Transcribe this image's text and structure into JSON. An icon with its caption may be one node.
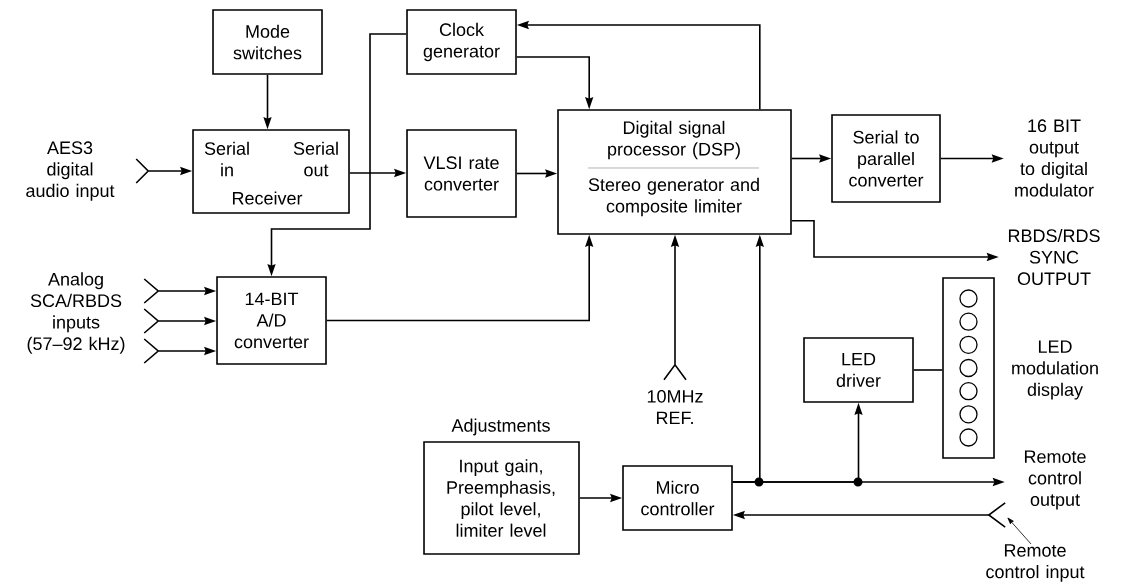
{
  "diagram": {
    "nodes": [
      {
        "text": [
          "Mode switches"
        ]
      },
      {
        "text": [
          "Serial in",
          "Serial out",
          "Receiver"
        ]
      },
      {
        "text": [
          "Clock generator"
        ]
      },
      {
        "text": [
          "VLSI rate converter"
        ]
      },
      {
        "text": [
          "Digital signal processor (DSP)",
          "Stereo generator and composite limiter"
        ]
      },
      {
        "text": [
          "Serial to parallel converter"
        ]
      },
      {
        "text": [
          "16 BIT output to digital modulator"
        ]
      },
      {
        "text": [
          "RBDS/RDS SYNC OUTPUT"
        ]
      },
      {
        "text": [
          "AES3 digital audio input"
        ]
      },
      {
        "text": [
          "Analog SCA/RBDS inputs (57–92 kHz)"
        ]
      },
      {
        "text": [
          "14-BIT A/D converter"
        ]
      },
      {
        "text": [
          "10MHz REF."
        ]
      },
      {
        "text": [
          "LED driver"
        ]
      },
      {
        "text": [],
        "shape": "box",
        "beside": [
          "LED modulation display"
        ]
      },
      {
        "text": [
          "Adjustments",
          "Input gain, Preemphasis, pilot level, limiter level"
        ]
      },
      {
        "text": [
          "Micro controller"
        ]
      },
      {
        "text": [
          "Remote control output"
        ]
      },
      {
        "text": [
          "Remote control input"
        ]
      },
      {
        "text": [],
        "shape": "chevron"
      }
    ],
    "edges": [
      {
        "from": 0,
        "to": 1,
        "arrow": "to"
      },
      {
        "from": 8,
        "to": 1,
        "arrow": "to"
      },
      {
        "from": 1,
        "to": 3,
        "arrow": "to"
      },
      {
        "from": 2,
        "to": 10,
        "arrow": "to"
      },
      {
        "from": 2,
        "to": 4,
        "arrow": "to"
      },
      {
        "from": 4,
        "to": 2,
        "arrow": "to"
      },
      {
        "from": 3,
        "to": 4,
        "arrow": "to"
      },
      {
        "from": 4,
        "to": 5,
        "arrow": "to"
      },
      {
        "from": 5,
        "to": 6,
        "arrow": "to"
      },
      {
        "from": 4,
        "to": 7,
        "arrow": "to"
      },
      {
        "from": 9,
        "to": 10,
        "arrow": "to"
      },
      {
        "from": 9,
        "to": 10,
        "arrow": "to"
      },
      {
        "from": 9,
        "to": 10,
        "arrow": "to"
      },
      {
        "from": 10,
        "to": 4,
        "arrow": "to"
      },
      {
        "from": 11,
        "to": 4,
        "arrow": "to"
      },
      {
        "from": 14,
        "to": 15,
        "arrow": "to"
      },
      {
        "from": 15,
        "to": 4,
        "arrow": "to"
      },
      {
        "from": 15,
        "to": 12,
        "arrow": "to"
      },
      {
        "from": 15,
        "to": 16,
        "arrow": "to"
      },
      {
        "from": 12,
        "to": 13,
        "arrow": "none"
      },
      {
        "from": 18,
        "to": 15,
        "arrow": "to"
      },
      {
        "from": 17,
        "to": 18,
        "arrow": "to"
      }
    ]
  }
}
